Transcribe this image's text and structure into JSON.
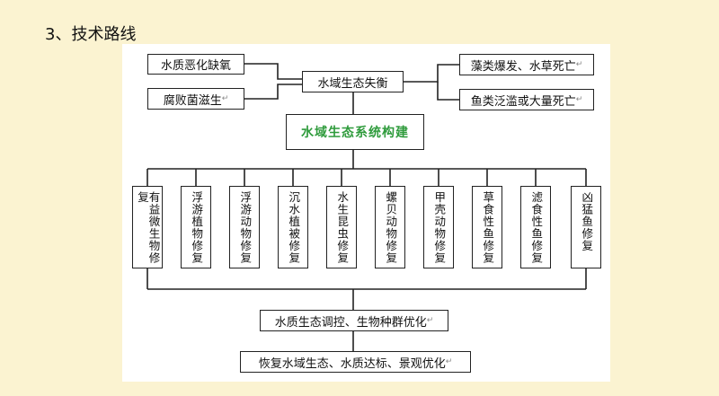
{
  "heading": "3、技术路线",
  "boxes": {
    "water_deterioration": "水质恶化缺氧",
    "decay": "腐败菌滋生",
    "imbalance": "水域生态失衡",
    "algae": "藻类爆发、水草死亡",
    "fish_death": "鱼类泛滥或大量死亡",
    "build": "水域生态系统构建",
    "regulate": "水质生态调控、生物种群优化",
    "result": "恢复水域生态、水质达标、景观优化"
  },
  "restorations": [
    "有益微生物修复",
    "浮游植物修复",
    "浮游动物修复",
    "沉水植被修复",
    "水生昆虫修复",
    "螺贝动物修复",
    "甲壳动物修复",
    "草食性鱼修复",
    "滤食性鱼修复",
    "凶猛鱼修复"
  ],
  "paragraph_mark": "↵"
}
